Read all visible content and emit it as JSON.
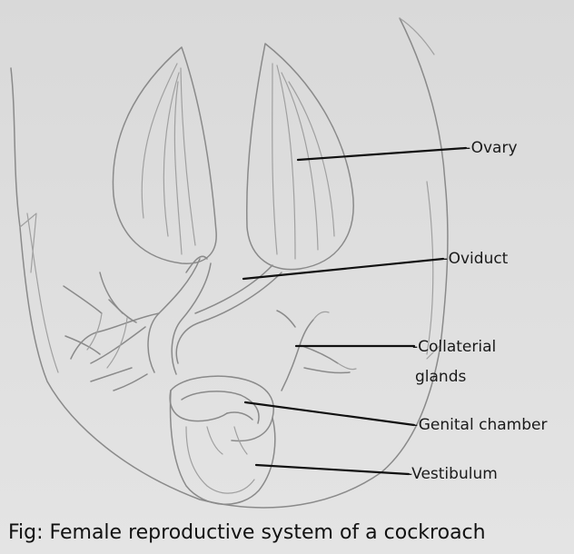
{
  "labels": {
    "ovary": "-Ovary",
    "oviduct": "-Oviduct",
    "collaterial_line1": "-Collaterial",
    "collaterial_line2": "glands",
    "genital_chamber": "-Genital chamber",
    "vestibulum": "-Vestibulum"
  },
  "caption": "Fig: Female reproductive system of a cockroach"
}
